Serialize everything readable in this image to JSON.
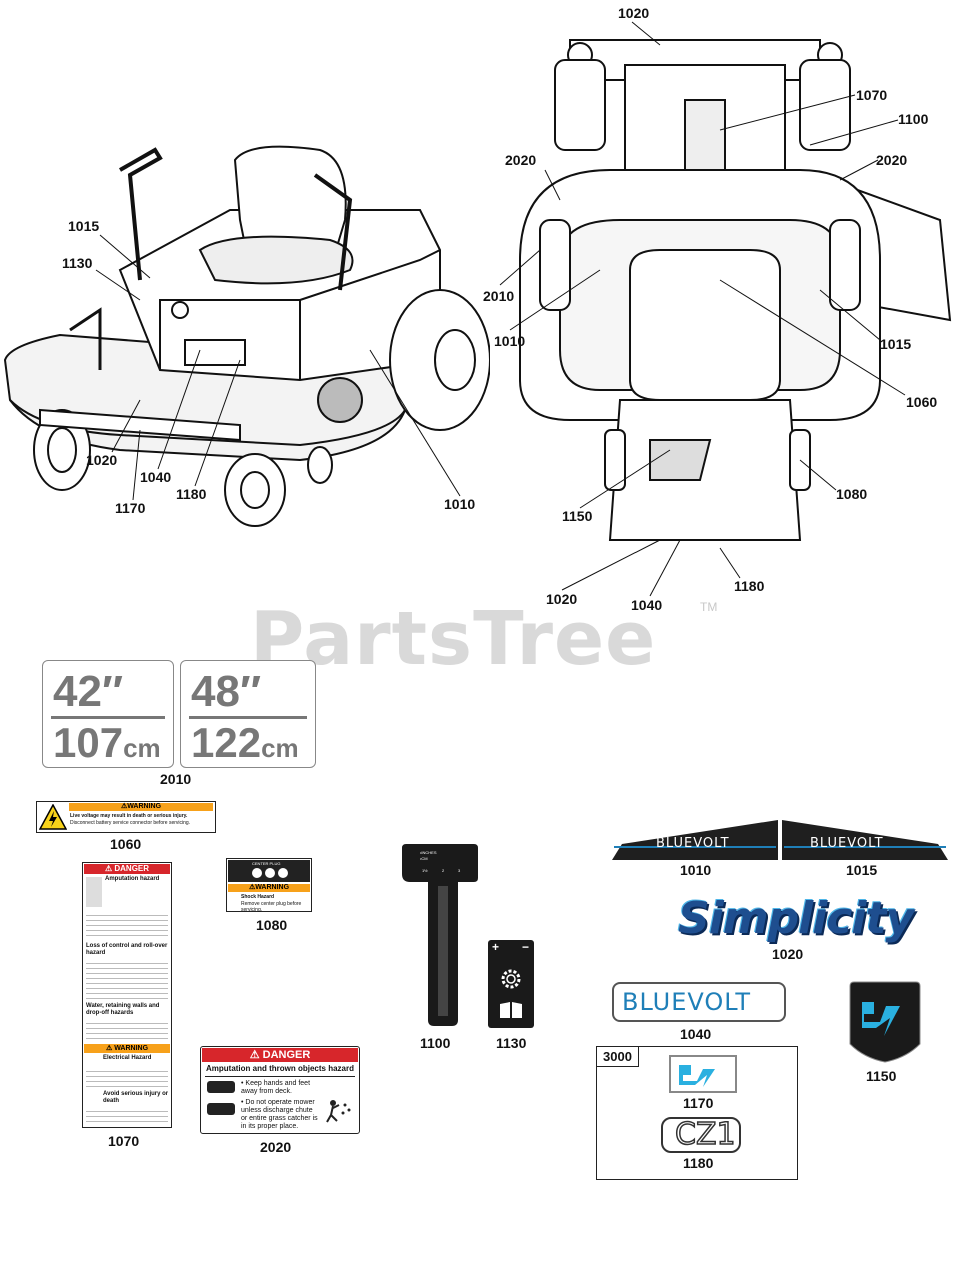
{
  "watermark": {
    "text": "PartsTree",
    "tm": "TM"
  },
  "callouts": {
    "top_1020": "1020",
    "left_1015": "1015",
    "left_1130": "1130",
    "left_1020": "1020",
    "left_1040": "1040",
    "left_1170": "1170",
    "left_1180": "1180",
    "left_1010": "1010",
    "right_2020a": "2020",
    "right_2010": "2010",
    "right_1010": "1010",
    "right_1070": "1070",
    "right_1100": "1100",
    "right_2020b": "2020",
    "right_1015": "1015",
    "right_1060": "1060",
    "right_1080": "1080",
    "right_1150": "1150",
    "right_1020": "1020",
    "right_1040": "1040",
    "right_1180": "1180"
  },
  "decals": {
    "size42": {
      "top": "42″",
      "bottom_num": "107",
      "bottom_unit": "cm"
    },
    "size48": {
      "top": "48″",
      "bottom_num": "122",
      "bottom_unit": "cm"
    },
    "size_label": "2010",
    "warning_1060": {
      "header": "⚠WARNING",
      "line1": "Live voltage may result in death or serious injury.",
      "line2": "Disconnect battery service connector before servicing.",
      "label": "1060"
    },
    "danger_1070": {
      "header": "⚠ DANGER",
      "h1": "Amputation hazard",
      "h2": "Loss of control and roll-over hazard",
      "h3": "Water, retaining walls and drop-off hazards",
      "warn_header": "⚠ WARNING",
      "h4": "Electrical Hazard",
      "h5": "Avoid serious injury or death",
      "label": "1070"
    },
    "shock_1080": {
      "top_text": "CENTER PLUG",
      "header": "⚠WARNING",
      "h1": "Shock Hazard",
      "line1": "Remove center plug before servicing.",
      "label": "1080"
    },
    "danger_2020": {
      "header": "⚠ DANGER",
      "subheader": "Amputation and thrown objects hazard",
      "bullet1": "Keep hands and feet away from deck.",
      "bullet2": "Do not operate mower unless discharge chute or entire grass catcher is in its proper place.",
      "label": "2020"
    },
    "height_1100": {
      "label": "1100"
    },
    "throttle_1130": {
      "plus": "+",
      "minus": "−",
      "label": "1130"
    },
    "bluevolt_1010": {
      "text": "BLUEVOLT",
      "label": "1010"
    },
    "bluevolt_1015": {
      "text": "BLUEVOLT",
      "label": "1015"
    },
    "simplicity_1020": {
      "text": "Simplicity",
      "label": "1020"
    },
    "bluevolt_1040": {
      "text": "BLUEVOLT",
      "label": "1040"
    },
    "ev_1150": {
      "label": "1150"
    },
    "kit_3000": {
      "label": "3000"
    },
    "ev_1170": {
      "label": "1170"
    },
    "cz1_1180": {
      "text": "CZ1",
      "label": "1180"
    }
  },
  "colors": {
    "bluevolt_blue": "#1f7fb8",
    "simplicity_blue": "#1e4e8f",
    "danger_red": "#d7262b",
    "warning_orange": "#f7a11a"
  }
}
